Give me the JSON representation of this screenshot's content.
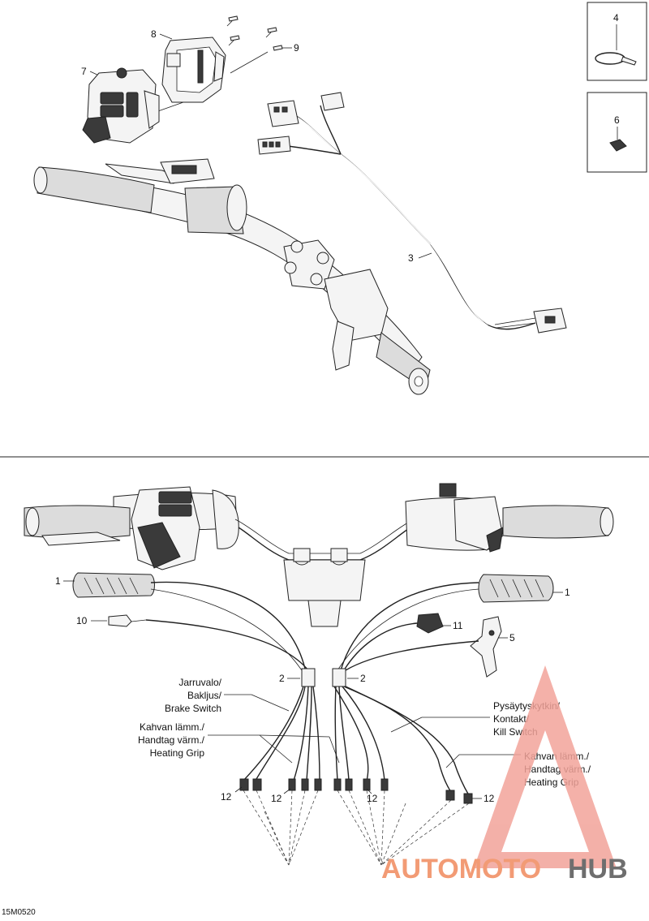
{
  "diagram_code": "15M0520",
  "callouts": {
    "c1": "1",
    "c2": "2",
    "c3": "3",
    "c4": "4",
    "c5": "5",
    "c6": "6",
    "c7": "7",
    "c8": "8",
    "c9": "9",
    "c10": "10",
    "c11": "11",
    "c12": "12"
  },
  "labels": {
    "brake_switch": [
      "Jarruvalo/",
      "Bakljus/",
      "Brake Switch"
    ],
    "heating_grip_left": [
      "Kahvan lämm./",
      "Handtag värm./",
      "Heating Grip"
    ],
    "kill_switch": [
      "Pysäytyskytkin/",
      "Kontakt/",
      "Kill Switch"
    ],
    "heating_grip_right": [
      "Kahvan lämm./",
      "Handtag värm./",
      "Heating Grip"
    ]
  },
  "watermark": {
    "part1": "AUTOMOTO",
    "part2": "HUB",
    "color_primary": "#f08a5d",
    "color_secondary": "#555555",
    "triangle_color": "#f2a39a"
  }
}
